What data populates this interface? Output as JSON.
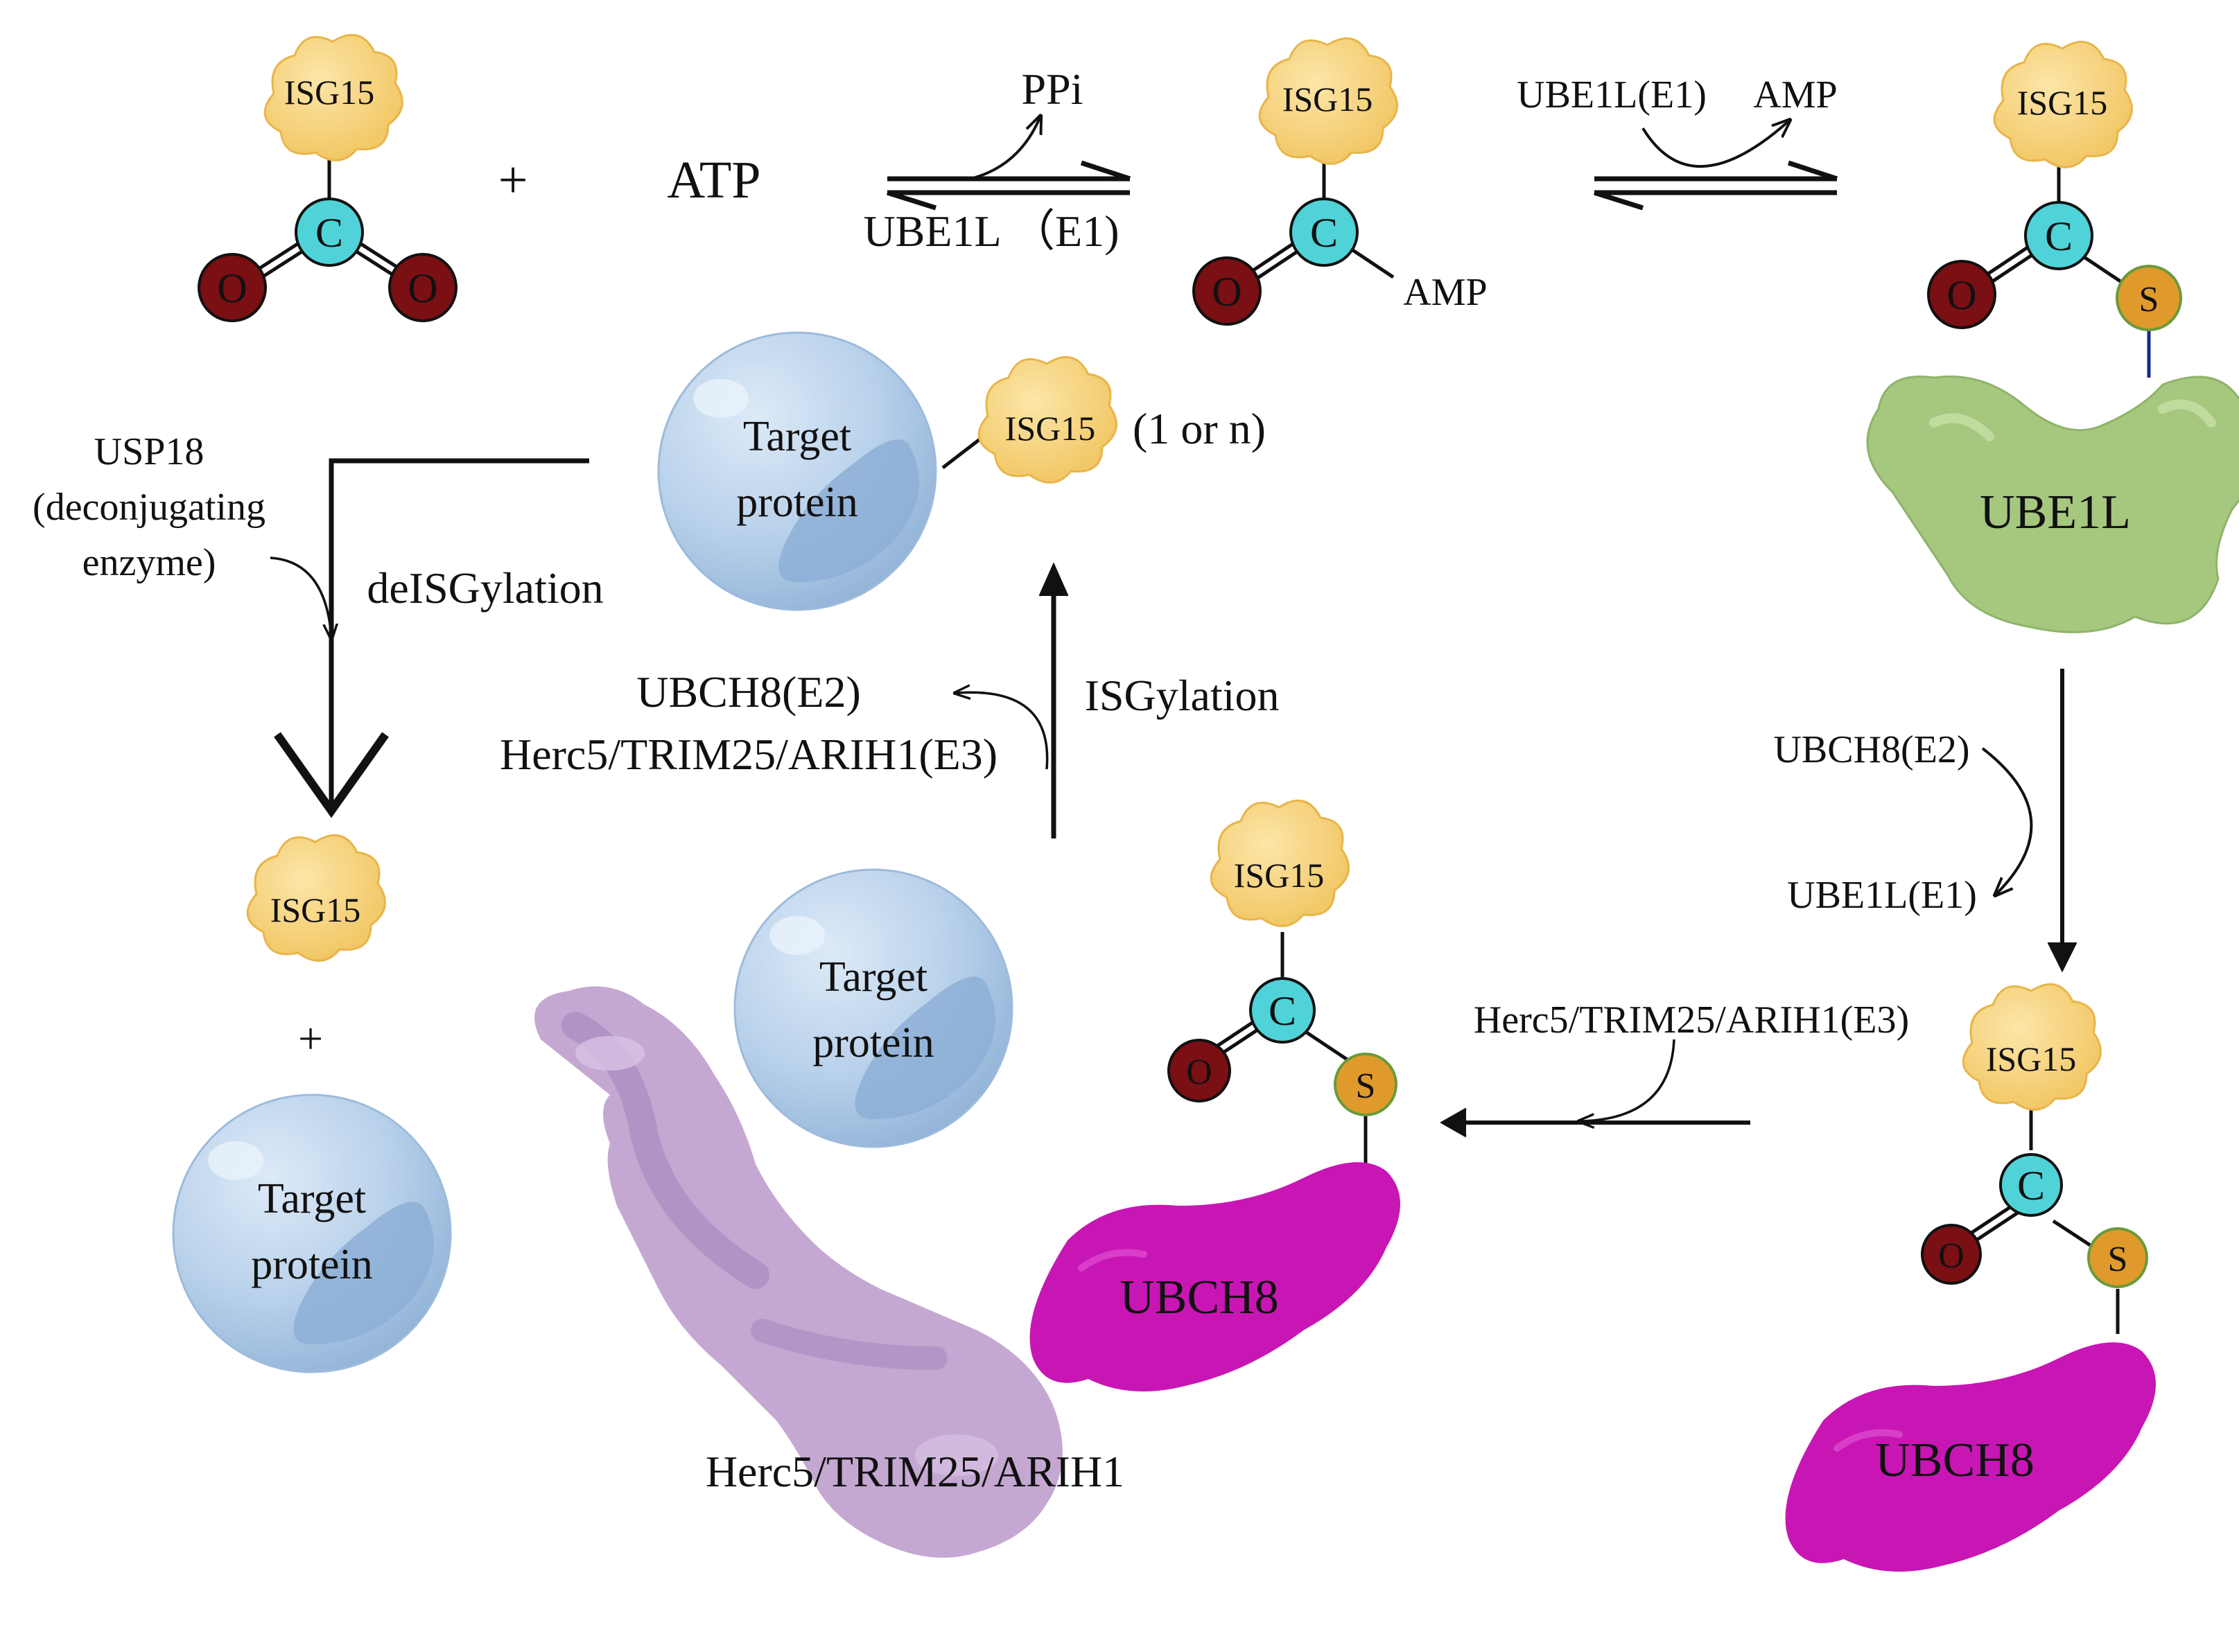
{
  "colors": {
    "isg15": "#F6CF73",
    "carbon": "#4FD3D8",
    "oxygen": "#7A0F14",
    "sulfur": "#E09A2C",
    "ube1l": "#A6C77E",
    "ubch8": "#C816B4",
    "e3": "#BFA1CE",
    "target_protein": "#B7D0EA"
  },
  "labels": {
    "isg15": "ISG15",
    "carbon": "C",
    "oxygen": "O",
    "sulfur": "S",
    "plus": "+",
    "atp": "ATP",
    "ppi": "PPi",
    "ube1l_e1_spaced": "UBE1L （E1)",
    "ube1l_e1": "UBE1L(E1)",
    "amp": "AMP",
    "ube1l": "UBE1L",
    "ubch8": "UBCH8",
    "ubch8_e2": "UBCH8(E2)",
    "e3_full": "Herc5/TRIM25/ARIH1(E3)",
    "e3_name": "Herc5/TRIM25/ARIH1",
    "target_line1": "Target",
    "target_line2": "protein",
    "one_or_n": "(1 or n)",
    "usp18_line1": "USP18",
    "usp18_line2": "(deconjugating",
    "usp18_line3": "enzyme)",
    "deisgylation": "deISGylation",
    "isgylation": "ISGylation"
  }
}
